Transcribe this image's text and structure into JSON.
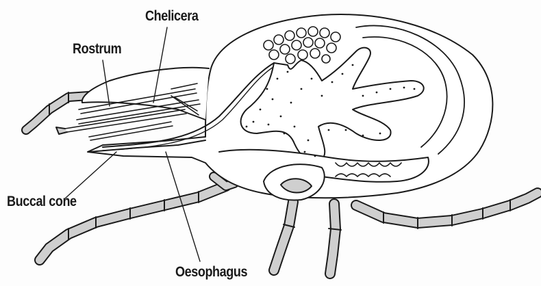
{
  "diagram": {
    "labels": {
      "chelicera": "Chelicera",
      "rostrum": "Rostrum",
      "buccal_cone": "Buccal cone",
      "oesophagus": "Oesophagus"
    },
    "colors": {
      "ink": "#1a1a1a",
      "background": "#fdfdfd",
      "leg_fill": "#cfcfcf"
    }
  }
}
